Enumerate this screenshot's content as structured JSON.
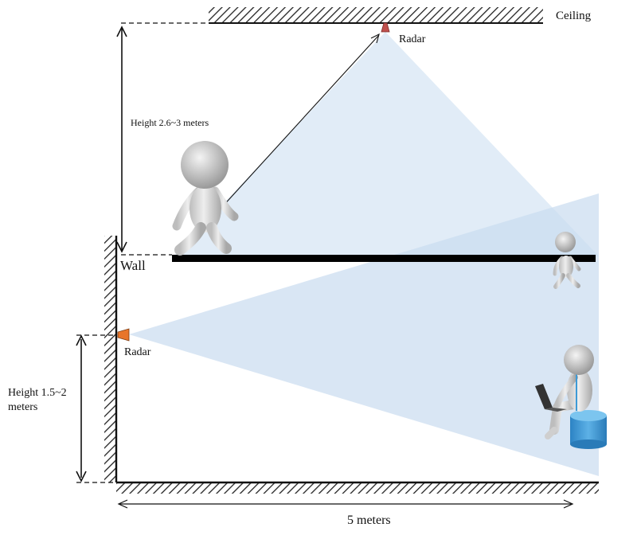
{
  "labels": {
    "ceiling": "Ceiling",
    "ceiling_radar": "Radar",
    "wall_radar": "Radar",
    "wall": "Wall",
    "ceiling_height": "Height 2.6~3 meters",
    "wall_height_line1": "Height 1.5~2",
    "wall_height_line2": "meters",
    "distance": "5 meters"
  },
  "colors": {
    "beam": "#c9dcf0",
    "ceiling_radar": "#c0504d",
    "wall_radar": "#e8752a",
    "hatch": "#222222",
    "figure": "#dcdcdc",
    "stool": "#3d9ad6"
  }
}
